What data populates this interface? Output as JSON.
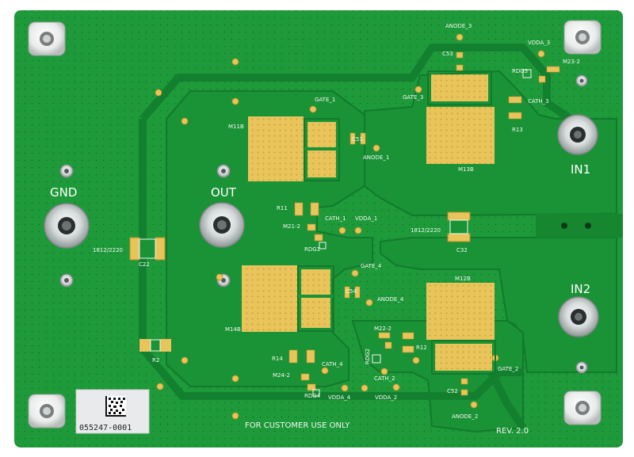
{
  "board": {
    "colors": {
      "solder_mask": "#1e9a3a",
      "copper_pour": "#158a30",
      "gold_pad": "#e8c45a",
      "silkscreen": "#f4f7f2"
    },
    "connectors": {
      "gnd": "GND",
      "out": "OUT",
      "in1": "IN1",
      "in2": "IN2"
    },
    "components": {
      "m11b": "M11B",
      "m12b": "M12B",
      "m13b": "M13B",
      "m14b": "M14B",
      "c22": "C22",
      "c32": "C32",
      "c51": "C51",
      "c52": "C52",
      "c53": "C53",
      "c54": "C54",
      "r2": "R2",
      "r11": "R11",
      "r12": "R12",
      "r13": "R13",
      "r14": "R14",
      "rdg1": "RDG1",
      "rdg2": "RDG2",
      "rdg3": "RDG3",
      "rdg4": "RDG4",
      "m21": "M21-2",
      "m22": "M22-2",
      "m23": "M23-2",
      "m24": "M24-2",
      "pkg_left": "1812/2220",
      "pkg_right": "1812/2220"
    },
    "nets": {
      "gate_1": "GATE_1",
      "gate_2": "GATE_2",
      "gate_3": "GATE_3",
      "gate_4": "GATE_4",
      "anode_1": "ANODE_1",
      "anode_2": "ANODE_2",
      "anode_3": "ANODE_3",
      "anode_4": "ANODE_4",
      "cath_1": "CATH_1",
      "cath_2": "CATH_2",
      "cath_3": "CATH_3",
      "cath_4": "CATH_4",
      "vdda_1": "VDDA_1",
      "vdda_2": "VDDA_2",
      "vdda_3": "VDDA_3",
      "vdda_4": "VDDA_4"
    },
    "footer": {
      "customer_note": "FOR CUSTOMER USE ONLY",
      "revision": "REV. 2.0"
    },
    "label": {
      "serial": "055247-0001",
      "barcode": "datamatrix"
    }
  }
}
